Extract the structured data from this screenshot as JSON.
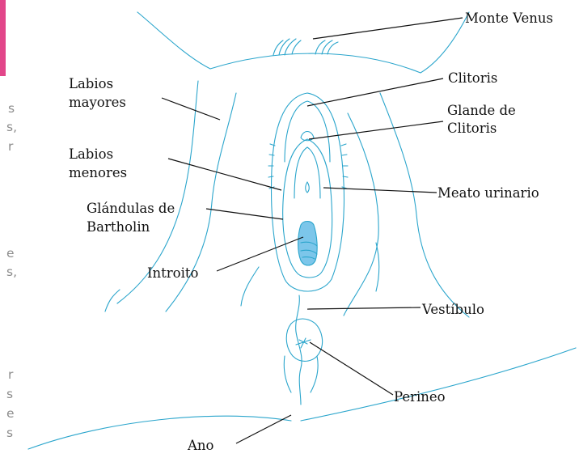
{
  "labels": {
    "monte_venus": "Monte Venus",
    "clitoris": "Clitoris",
    "glande_line1": "Glande de",
    "glande_line2": "Clitoris",
    "labios_mayores_line1": "Labios",
    "labios_mayores_line2": "mayores",
    "labios_menores_line1": "Labios",
    "labios_menores_line2": "menores",
    "meato": "Meato urinario",
    "bartholin_line1": "Glándulas de",
    "bartholin_line2": "Bartholin",
    "introito": "Introito",
    "vestibulo": "Vestíbulo",
    "perineo": "Perineo",
    "ano": "Ano"
  },
  "cropped_margin_text": [
    "s",
    "s,",
    "r",
    "e",
    "s,",
    "r",
    "s",
    "e",
    "s"
  ],
  "colors": {
    "outline": "#2aa5cc",
    "fill_light": "#eaf6fc",
    "fill_mid": "#7cc6ea",
    "leader": "#111111",
    "accent": "#e2468a",
    "margin_text": "#8c8c8c"
  }
}
